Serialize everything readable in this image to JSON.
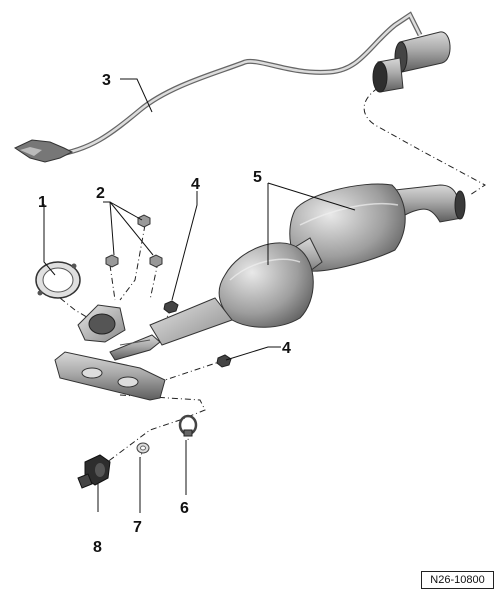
{
  "diagram": {
    "callouts": [
      {
        "id": "1",
        "label": "1"
      },
      {
        "id": "2",
        "label": "2"
      },
      {
        "id": "3",
        "label": "3"
      },
      {
        "id": "4a",
        "label": "4"
      },
      {
        "id": "4b",
        "label": "4"
      },
      {
        "id": "5",
        "label": "5"
      },
      {
        "id": "6",
        "label": "6"
      },
      {
        "id": "7",
        "label": "7"
      },
      {
        "id": "8",
        "label": "8"
      }
    ],
    "reference_code": "N26-10800"
  }
}
